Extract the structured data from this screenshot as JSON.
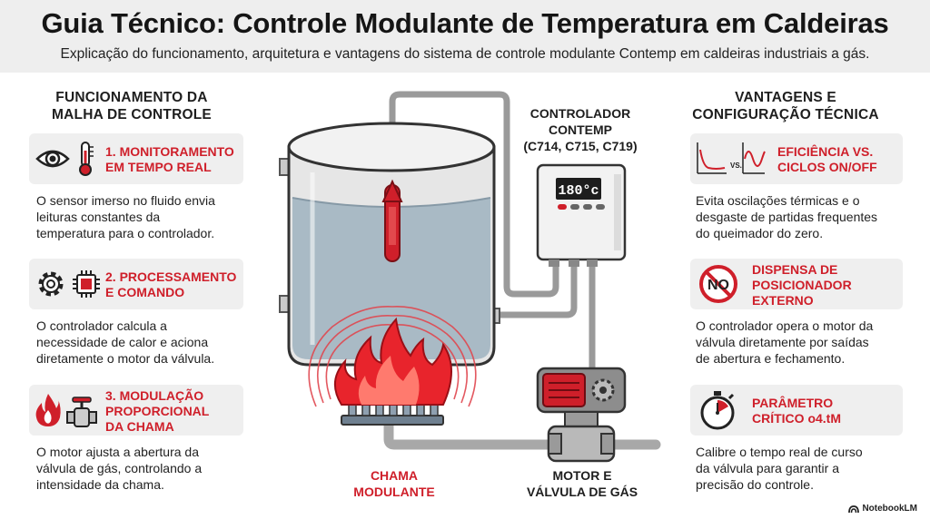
{
  "header": {
    "title": "Guia Técnico: Controle Modulante de Temperatura em Caldeiras",
    "subtitle": "Explicação do funcionamento, arquitetura e vantagens do sistema de controle modulante Contemp em caldeiras industriais a gás."
  },
  "left": {
    "title": "FUNCIONAMENTO DA\nMALHA DE CONTROLE",
    "steps": [
      {
        "title": "1. MONITORAMENTO\nEM TEMPO REAL",
        "desc": "O sensor imerso no fluido envia\nleituras constantes da\ntemperatura para o controlador.",
        "icons": [
          "eye-icon",
          "thermometer-icon"
        ]
      },
      {
        "title": "2. PROCESSAMENTO\nE COMANDO",
        "desc": "O controlador calcula a\nnecessidade de calor e aciona\ndiretamente o motor da válvula.",
        "icons": [
          "gear-icon",
          "microchip-icon"
        ]
      },
      {
        "title": "3. MODULAÇÃO\nPROPORCIONAL\nDA CHAMA",
        "desc": "O motor ajusta a abertura da\nválvula de gás, controlando a\nintensidade da chama.",
        "icons": [
          "flame-icon",
          "valve-icon"
        ]
      }
    ]
  },
  "right": {
    "title": "VANTAGENS E\nCONFIGURAÇÃO TÉCNICA",
    "items": [
      {
        "title": "EFICIÊNCIA VS.\nCICLOS ON/OFF",
        "desc": "Evita oscilações térmicas e o\ndesgaste de partidas frequentes\ndo queimador do zero.",
        "icons": [
          "on-off-curve-icon",
          "sine-curve-icon"
        ],
        "icon_text": "VS."
      },
      {
        "title": "DISPENSA DE\nPOSICIONADOR\nEXTERNO",
        "desc": "O controlador opera o motor da\nválvula diretamente por saídas\nde abertura e fechamento.",
        "icons": [
          "no-sign-icon"
        ],
        "icon_text": "NO"
      },
      {
        "title": "PARÂMETRO\nCRÍTICO o4.tM",
        "desc": "Calibre o tempo real de curso\nda válvula para garantir a\nprecisão do controle.",
        "icons": [
          "stopwatch-icon"
        ]
      }
    ]
  },
  "diagram": {
    "controller_label": "CONTROLADOR\nCONTEMP\n(C714, C715, C719)",
    "display_value": "180°c",
    "flame_label": "CHAMA\nMODULANTE",
    "motor_label": "MOTOR E\nVÁLVULA DE GÁS"
  },
  "brand": "NotebookLM",
  "colors": {
    "accent_red": "#cf1f2a",
    "card_bg": "#efefef",
    "water": "#a9bac5"
  }
}
